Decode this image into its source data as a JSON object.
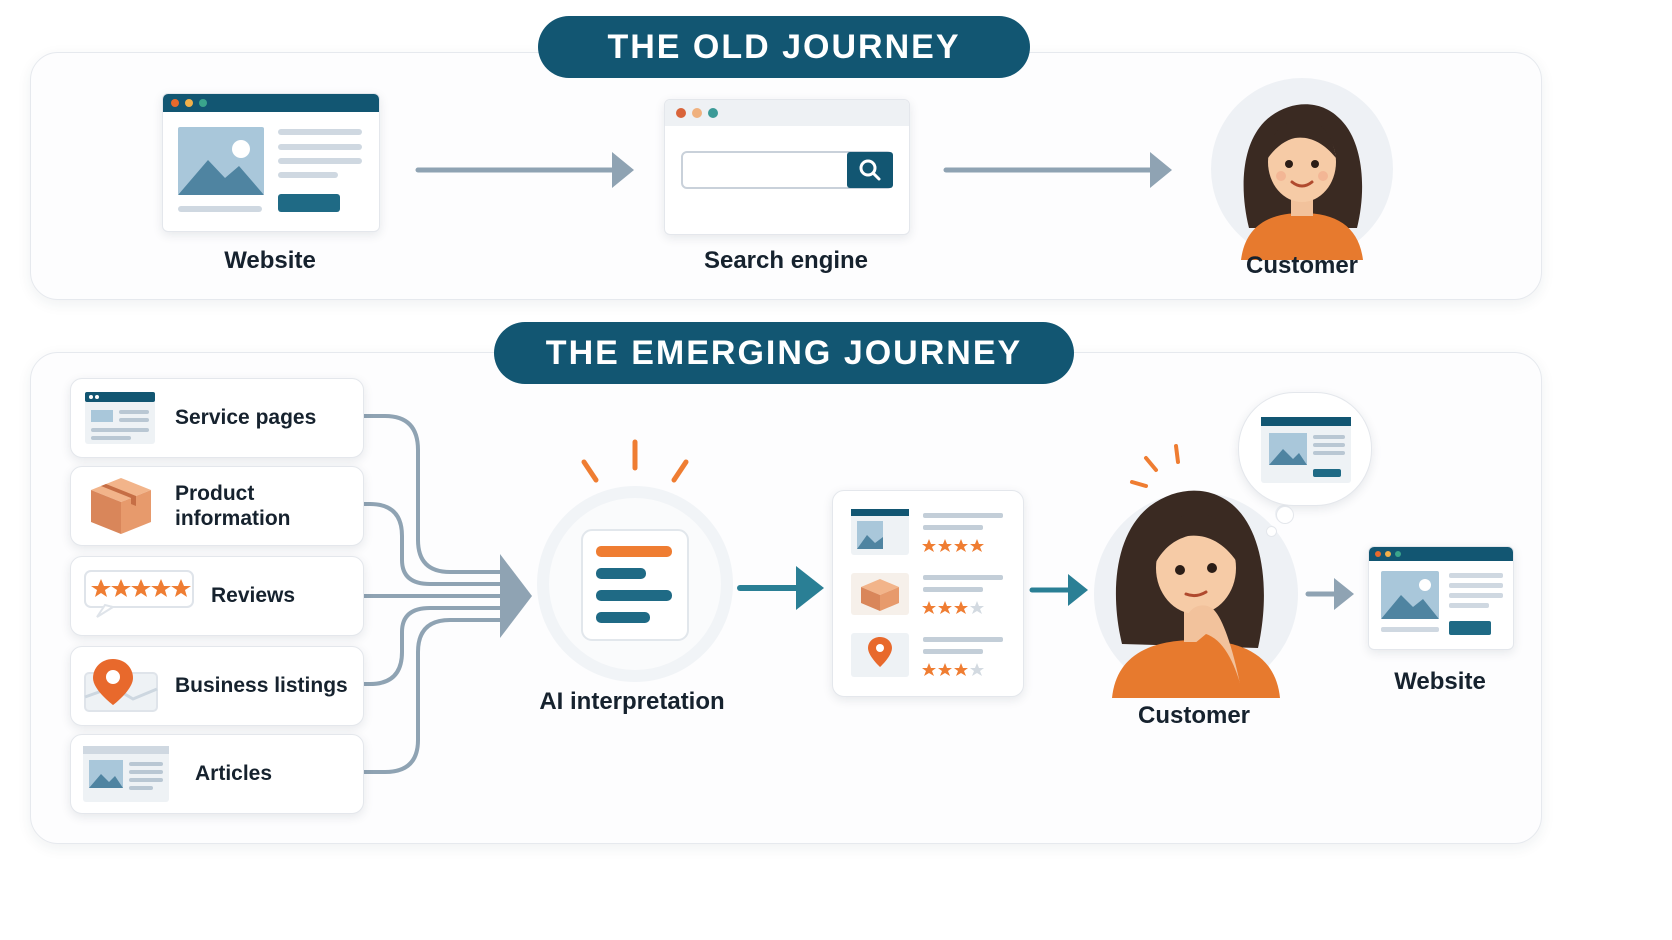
{
  "old_journey": {
    "title": "THE OLD JOURNEY",
    "steps": [
      {
        "label": "Website",
        "icon": "website-icon"
      },
      {
        "label": "Search engine",
        "icon": "search-engine-icon"
      },
      {
        "label": "Customer",
        "icon": "customer-avatar"
      }
    ]
  },
  "emerging_journey": {
    "title": "THE EMERGING JOURNEY",
    "sources": [
      {
        "label": "Service pages",
        "icon": "service-page-icon"
      },
      {
        "label": "Product information",
        "icon": "product-box-icon"
      },
      {
        "label": "Reviews",
        "icon": "review-stars-icon"
      },
      {
        "label": "Business listings",
        "icon": "map-pin-icon"
      },
      {
        "label": "Articles",
        "icon": "article-icon"
      }
    ],
    "hub": {
      "label": "AI interpretation",
      "icon": "ai-document-icon"
    },
    "results_icon": "ai-results-card",
    "customer": {
      "label": "Customer",
      "icon": "thinking-customer-avatar"
    },
    "destination": {
      "label": "Website",
      "icon": "website-icon"
    }
  },
  "colors": {
    "primary": "#125672",
    "accent": "#ef7d32",
    "arrow_gray": "#8fa3b3",
    "arrow_teal": "#2a7f95",
    "text": "#16222e"
  }
}
